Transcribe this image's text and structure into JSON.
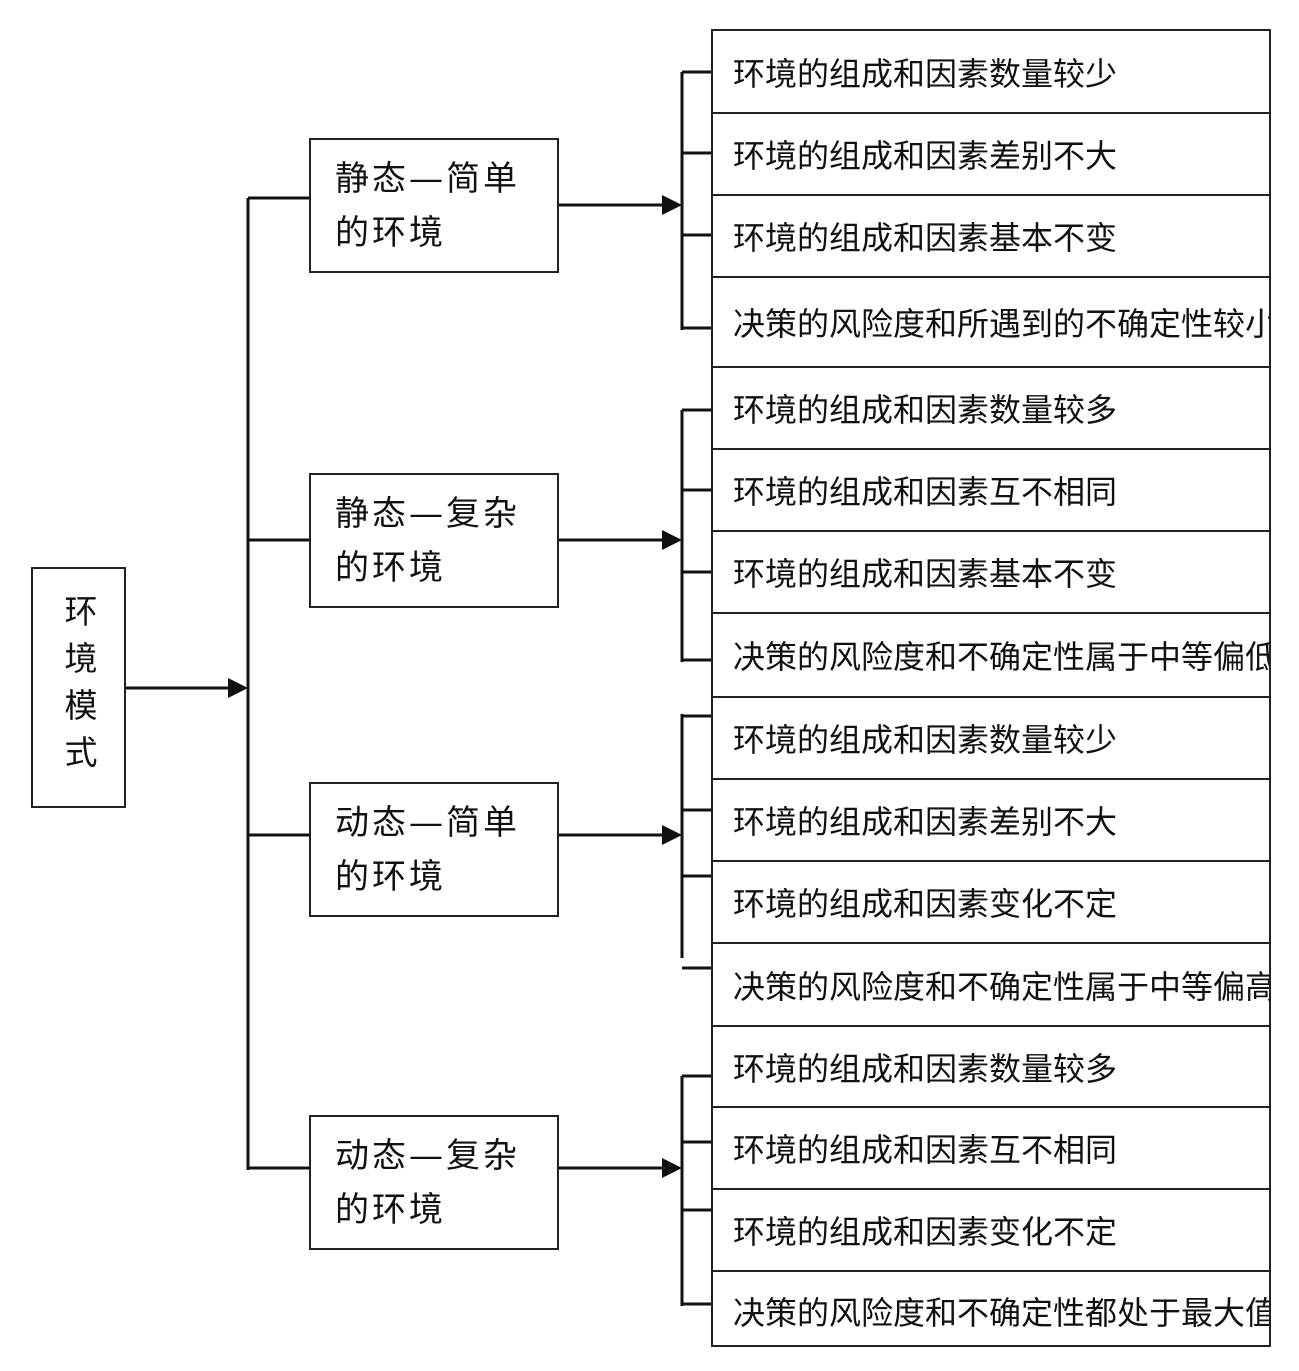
{
  "root": {
    "label": "环境模式"
  },
  "categories": [
    {
      "line1": "静态—简单",
      "line2": "的环境",
      "details": [
        "环境的组成和因素数量较少",
        "环境的组成和因素差别不大",
        "环境的组成和因素基本不变",
        "决策的风险度和所遇到的不确定性较小"
      ]
    },
    {
      "line1": "静态—复杂",
      "line2": "的环境",
      "details": [
        "环境的组成和因素数量较多",
        "环境的组成和因素互不相同",
        "环境的组成和因素基本不变",
        "决策的风险度和不确定性属于中等偏低"
      ]
    },
    {
      "line1": "动态—简单",
      "line2": "的环境",
      "details": [
        "环境的组成和因素数量较少",
        "环境的组成和因素差别不大",
        "环境的组成和因素变化不定",
        "决策的风险度和不确定性属于中等偏高"
      ]
    },
    {
      "line1": "动态—复杂",
      "line2": "的环境",
      "details": [
        "环境的组成和因素数量较多",
        "环境的组成和因素互不相同",
        "环境的组成和因素变化不定",
        "决策的风险度和不确定性都处于最大值"
      ]
    }
  ]
}
